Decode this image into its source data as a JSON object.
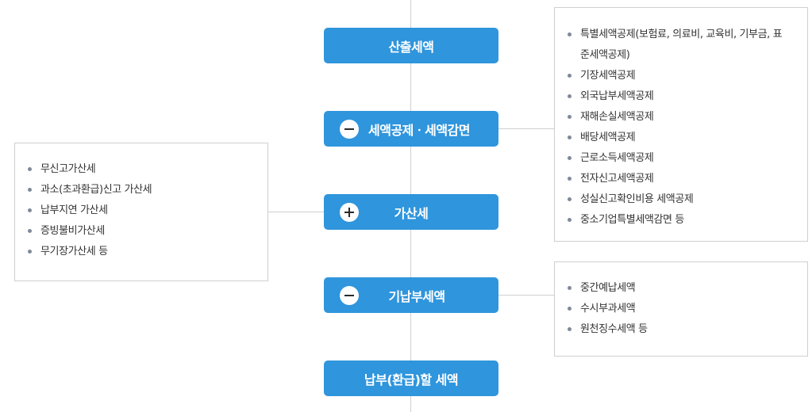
{
  "steps": [
    {
      "label": "산출세액",
      "operator": ""
    },
    {
      "label": "세액공제ㆍ세액감면",
      "operator": "minus"
    },
    {
      "label": "가산세",
      "operator": "plus"
    },
    {
      "label": "기납부세액",
      "operator": "minus"
    },
    {
      "label": "납부(환급)할 세액",
      "operator": ""
    }
  ],
  "deductions": {
    "items": [
      "특별세액공제(보험료, 의료비, 교육비, 기부금, 표준세액공제)",
      "기장세액공제",
      "외국납부세액공제",
      "재해손실세액공제",
      "배당세액공제",
      "근로소득세액공제",
      "전자신고세액공제",
      "성실신고확인비용 세액공제",
      "중소기업특별세액감면 등"
    ]
  },
  "penalties": {
    "items": [
      "무신고가산세",
      "과소(초과환급)신고 가산세",
      "납부지연 가산세",
      "증빙불비가산세",
      "무기장가산세 등"
    ]
  },
  "prepaid": {
    "items": [
      "중간예납세액",
      "수시부과세액",
      "원천징수세액 등"
    ]
  },
  "colors": {
    "step_fill": "#2f95dc",
    "step_text": "#ffffff",
    "connector": "#cfcfcf",
    "bullet": "#7f8a99"
  }
}
